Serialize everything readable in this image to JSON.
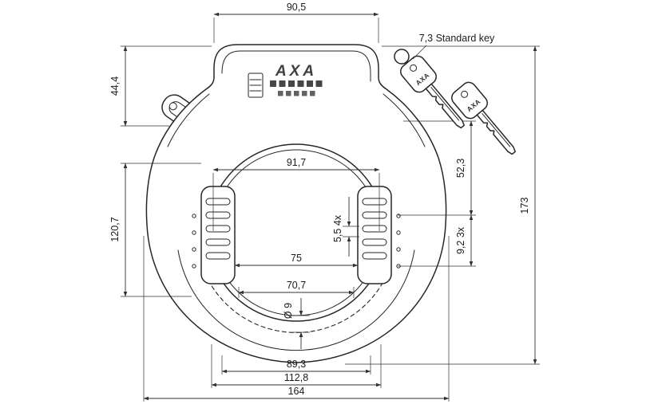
{
  "palette": {
    "background": "#ffffff",
    "line": "#262626",
    "dim": "#303030",
    "text": "#1b1b1b"
  },
  "branding": {
    "logo": "AXA",
    "key_label": "AXA"
  },
  "annotations": {
    "standard_key": "7,3 Standard key"
  },
  "dimensions": {
    "top_width": "90,5",
    "bracket_height": "44,4",
    "left_height": "120,7",
    "inner_diameter": "91,7",
    "right_upper_offset": "52,3",
    "total_height": "173",
    "guide_inner_span": "75",
    "slot_pitch": "5,5 4x",
    "hole_pitch": "9,2 3x",
    "lower_inner_span": "70,7",
    "shackle_diameter": "Ø 9",
    "bottom_inner_width": "89,3",
    "bottom_mid_width": "112,8",
    "total_width": "164"
  }
}
